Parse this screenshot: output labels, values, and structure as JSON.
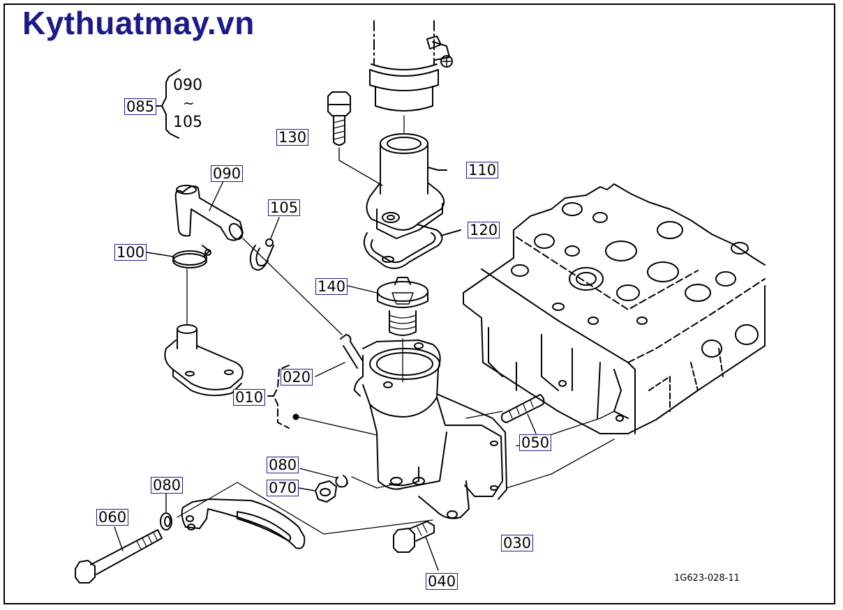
{
  "brand": {
    "text": "Kythuatmay.vn",
    "color": "#1a1a8c"
  },
  "group_note": {
    "start": "090",
    "tilde": "~",
    "end": "105"
  },
  "parts": {
    "p085": "085",
    "p090": "090",
    "p100": "100",
    "p105": "105",
    "p130": "130",
    "p110": "110",
    "p120": "120",
    "p140": "140",
    "p020": "020",
    "p010": "010",
    "p050": "050",
    "p080a": "080",
    "p070": "070",
    "p080b": "080",
    "p060": "060",
    "p030": "030",
    "p040": "040"
  },
  "ref_code": "1G623-028-11",
  "colors": {
    "callout_border": "#1a1a8c",
    "line": "#000000"
  }
}
